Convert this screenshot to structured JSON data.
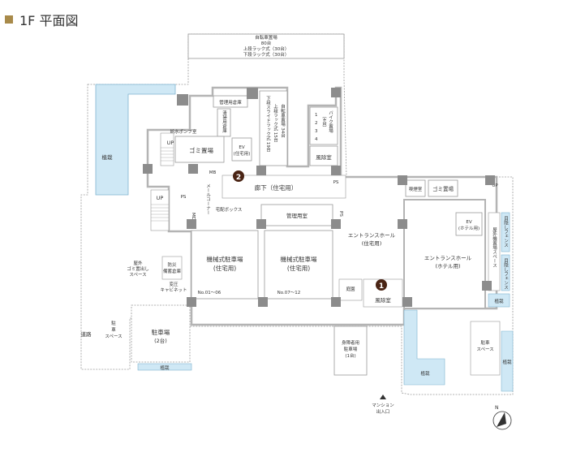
{
  "header": {
    "title": "1F 平面図",
    "accent_color": "#a88a4a"
  },
  "colors": {
    "planting": "#cfe8f5",
    "planting_edge": "#7fb4cf",
    "wall": "#b4b4b4",
    "pillar": "#8c8c8c",
    "room_bg": "#ffffff",
    "outline": "#9a9a9a",
    "marker": "#4a2414"
  },
  "labels": {
    "bike_parking": [
      "自転車置場",
      "80台",
      "上段ラック式（30台）",
      "下段ラック式（30台）"
    ],
    "bike_rack_vertical": [
      "下段スライドラック式 19台",
      "上段ラック式 15台",
      "自転車置場 34台"
    ],
    "motorbike": [
      "1",
      "2",
      "3",
      "4",
      "バイク置場",
      "（4台）"
    ],
    "management_storage": "管理用倉庫",
    "cleaning_storage": "清掃用倉庫",
    "pipe_shaft": "給水ポンプ室",
    "garbage_room": "ゴミ置場",
    "ev_residential": "EV\n(住宅用)",
    "windbreak_room_top": "風除室",
    "mail_corner": "メールコーナー",
    "mail_label": "MB",
    "corridor": "廊下（住宅用）",
    "delivery_box": "宅配ボックス",
    "management_room": "管理用室",
    "smoking_room": "喫煙室",
    "garbage_room_hotel": "ゴミ置場",
    "ev_hotel": "EV\n(ホテル用)",
    "entrance_hall_residential": "エントランスホール\n(住宅用)",
    "entrance_hall_hotel": "エントランスホール\n(ホテル用)",
    "mech_parking_1": "機械式駐車場\n(住宅用)",
    "mech_parking_1_no": "No.01～06",
    "mech_parking_2": "機械式駐車場\n(住宅用)",
    "mech_parking_2_no": "No.07～12",
    "garden_room": "庭園",
    "windbreak_room": "風除室",
    "planting": "植栽",
    "outdoor_garbage": "屋外\nゴミ置出し\nスペース",
    "disaster_storage": "防災\n備蓄\n倉庫",
    "transformer": "変圧\nキャビネット",
    "parking_space": "駐車\nスペース",
    "parking_2": "駐車場\n(2台)",
    "road": "道路",
    "accessible_parking": "身障者用\n駐車場\n(1台)",
    "mansion_entrance": "マンション\n出入口",
    "parking_space_right": "駐車\nスペース",
    "hotel_fence_label": "屋外機置場スペース",
    "fence_1": "目隠しフェンス",
    "fence_2": "目隠しフェンス",
    "up": "UP",
    "ps": "PS",
    "mdf": "MDF",
    "north": "N"
  },
  "markers": [
    {
      "number": "1"
    },
    {
      "number": "2"
    }
  ]
}
